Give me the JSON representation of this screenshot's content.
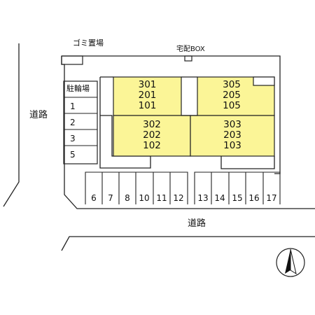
{
  "labels": {
    "garbage": "ゴミ置場",
    "delivery_box": "宅配BOX",
    "bicycle_parking": "駐輪場",
    "road_left": "道路",
    "road_bottom": "道路"
  },
  "units": {
    "block_a": [
      "301",
      "201",
      "101"
    ],
    "block_b": [
      "305",
      "205",
      "105"
    ],
    "block_c": [
      "302",
      "202",
      "102"
    ],
    "block_d": [
      "303",
      "203",
      "103"
    ]
  },
  "bicycle_slots": [
    "1",
    "2",
    "3",
    "5"
  ],
  "parking": {
    "left_row": [
      "6",
      "7",
      "8",
      "10",
      "11",
      "12"
    ],
    "right_row": [
      "13",
      "14",
      "15",
      "16",
      "17"
    ]
  },
  "colors": {
    "building_fill": "#fbf597",
    "line": "#222222"
  }
}
